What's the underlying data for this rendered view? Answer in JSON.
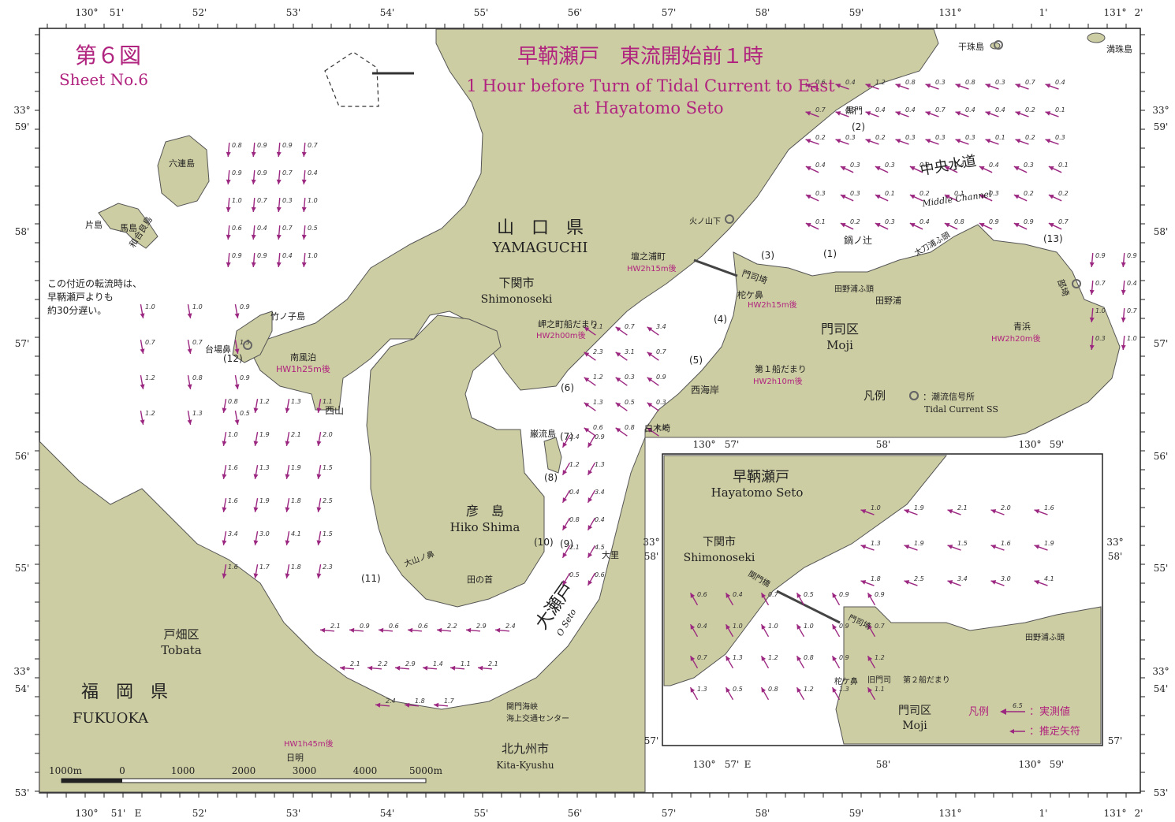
{
  "sheet": {
    "number_jp": "第６図",
    "number_en": "Sheet No.6"
  },
  "title": {
    "jp": "早鞆瀬戸　東流開始前１時",
    "en_line1": "1 Hour before Turn of Tidal Current to East",
    "en_line2": "at Hayatomo Seto"
  },
  "colors": {
    "land": "#cdcda3",
    "sea": "#ffffff",
    "accent": "#b0237e",
    "arrow": "#9b2780",
    "coast": "#555555"
  },
  "note": {
    "line1": "この付近の転流時は、",
    "line2": "早鞆瀬戸よりも",
    "line3": "約30分遅い。"
  },
  "regions": {
    "yamaguchi_jp": "山　口　県",
    "yamaguchi_en": "YAMAGUCHI",
    "fukuoka_jp": "福　岡　県",
    "fukuoka_en": "FUKUOKA",
    "shimonoseki_jp": "下関市",
    "shimonoseki_en": "Shimonoseki",
    "hikoshima_jp": "彦　島",
    "hikoshima_en": "Hiko Shima",
    "moji_jp": "門司区",
    "moji_en": "Moji",
    "tobata_jp": "戸畑区",
    "tobata_en": "Tobata",
    "kitakyushu_jp": "北九州市",
    "kitakyushu_en": "Kita-Kyushu",
    "oseto_jp": "大瀬戸",
    "oseto_en": "O Seto",
    "middle_jp": "中央水道",
    "middle_en": "Middle Channel"
  },
  "places": [
    {
      "label": "六連島"
    },
    {
      "label": "片島"
    },
    {
      "label": "馬島"
    },
    {
      "label": "和合良島"
    },
    {
      "label": "竹ノ子島"
    },
    {
      "label": "台場鼻"
    },
    {
      "label": "(12)"
    },
    {
      "label": "南風泊"
    },
    {
      "label": "HW1h25m後"
    },
    {
      "label": "西山"
    },
    {
      "label": "干珠島"
    },
    {
      "label": "満珠島"
    },
    {
      "label": "黒門"
    },
    {
      "label": "(2)"
    },
    {
      "label": "火ノ山下"
    },
    {
      "label": "壇之浦町"
    },
    {
      "label": "HW2h15m後"
    },
    {
      "label": "(3)"
    },
    {
      "label": "(1)"
    },
    {
      "label": "鍋ノ辻"
    },
    {
      "label": "門司埼"
    },
    {
      "label": "柁ケ鼻"
    },
    {
      "label": "HW2h15m後"
    },
    {
      "label": "田野浦ふ頭"
    },
    {
      "label": "田野浦"
    },
    {
      "label": "太刀浦ふ頭"
    },
    {
      "label": "(13)"
    },
    {
      "label": "部埼"
    },
    {
      "label": "青浜"
    },
    {
      "label": "HW2h20m後"
    },
    {
      "label": "(4)"
    },
    {
      "label": "(5)"
    },
    {
      "label": "第１船だまり"
    },
    {
      "label": "HW2h10m後"
    },
    {
      "label": "西海岸"
    },
    {
      "label": "白木埼"
    },
    {
      "label": "岬之町船だまり"
    },
    {
      "label": "HW2h00m後"
    },
    {
      "label": "(6)"
    },
    {
      "label": "巌流島"
    },
    {
      "label": "(7)"
    },
    {
      "label": "(8)"
    },
    {
      "label": "(9)"
    },
    {
      "label": "(10)"
    },
    {
      "label": "大山ノ鼻"
    },
    {
      "label": "田の首"
    },
    {
      "label": "(11)"
    },
    {
      "label": "大里"
    },
    {
      "label": "関門海峡"
    },
    {
      "label": "海上交通センター"
    },
    {
      "label": "HW1h45m後"
    },
    {
      "label": "日明"
    }
  ],
  "legend_main": {
    "title": "凡例",
    "symbol_jp": "：潮流信号所",
    "symbol_en": "Tidal Current SS"
  },
  "inset": {
    "title_jp": "早鞆瀬戸",
    "title_en": "Hayatomo Seto",
    "shimonoseki_jp": "下関市",
    "shimonoseki_en": "Shimonoseki",
    "moji_jp": "門司区",
    "moji_en": "Moji",
    "places": [
      "関門橋",
      "門司埼",
      "柁ケ鼻",
      "旧門司",
      "第２船だまり",
      "田野浦ふ頭"
    ],
    "legend_title": "凡例",
    "legend_obs": "：実測値",
    "legend_est": "：推定矢符",
    "legend_sample": "6.5",
    "top_ticks": [
      "130°",
      "57'",
      "58'",
      "130°",
      "59'"
    ],
    "bottom_ticks": [
      "130°",
      "57'",
      "E",
      "58'",
      "130°",
      "59'"
    ],
    "lat_ticks": [
      "33°",
      "58'",
      "57'"
    ]
  },
  "scale": {
    "labels": [
      "1000m",
      "0",
      "1000",
      "2000",
      "3000",
      "4000",
      "5000m"
    ]
  },
  "grid": {
    "top_lon": [
      "130°",
      "51'",
      "52'",
      "53'",
      "54'",
      "55'",
      "56'",
      "57'",
      "58'",
      "59'",
      "131°",
      "1'",
      "131°",
      "2'"
    ],
    "bottom_lon": [
      "130°",
      "51'",
      "E",
      "52'",
      "53'",
      "54'",
      "55'",
      "56'",
      "57'",
      "58'",
      "59'",
      "131°",
      "1'",
      "131°",
      "2'"
    ],
    "lat_left": [
      "33°",
      "59'",
      "58'",
      "57'",
      "56'",
      "55'",
      "33°",
      "54'",
      "53'"
    ],
    "lat_right": [
      "33°",
      "59'",
      "58'",
      "57'",
      "56'",
      "55'",
      "33°",
      "54'",
      "53'"
    ]
  },
  "speeds": [
    "0.8",
    "0.9",
    "0.9",
    "0.7",
    "0.9",
    "0.9",
    "0.7",
    "0.4",
    "1.0",
    "0.7",
    "0.3",
    "1.0",
    "0.6",
    "0.4",
    "0.7",
    "0.5",
    "0.9",
    "0.9",
    "0.4",
    "1.0",
    "1.0",
    "1.0",
    "0.9",
    "0.7",
    "0.7",
    "1.3",
    "1.2",
    "0.8",
    "0.9",
    "1.2",
    "1.3",
    "0.5",
    "0.8",
    "1.2",
    "1.3",
    "1.1",
    "1.0",
    "1.9",
    "2.1",
    "2.0",
    "1.6",
    "1.3",
    "1.9",
    "1.5",
    "1.6",
    "1.9",
    "1.8",
    "2.5",
    "3.4",
    "3.0",
    "4.1",
    "1.5",
    "1.6",
    "1.7",
    "1.8",
    "2.3",
    "2.1",
    "0.9",
    "0.6",
    "0.6",
    "2.2",
    "2.9",
    "2.4",
    "2.1",
    "2.2",
    "2.9",
    "1.4",
    "1.1",
    "2.1",
    "2.4",
    "1.8",
    "1.7",
    "2.4",
    "0.9",
    "1.2",
    "1.3",
    "0.4",
    "3.4",
    "0.8",
    "0.4",
    "2.1",
    "4.5",
    "0.5",
    "0.6",
    "1.1",
    "0.7",
    "3.4",
    "2.3",
    "3.1",
    "0.7",
    "1.2",
    "0.3",
    "0.9",
    "1.3",
    "0.5",
    "0.3",
    "0.6",
    "0.8",
    "0.4",
    "0.6",
    "0.4",
    "1.2",
    "0.8",
    "0.3",
    "0.8",
    "0.3",
    "0.7",
    "0.4",
    "0.7",
    "0.5",
    "0.4",
    "0.4",
    "0.7",
    "0.4",
    "0.4",
    "0.2",
    "0.1",
    "0.2",
    "0.3",
    "0.2",
    "0.3",
    "0.3",
    "0.3",
    "0.1",
    "0.2",
    "0.3",
    "0.4",
    "0.3",
    "0.3",
    "0.2",
    "0.4",
    "0.4",
    "0.3",
    "0.1",
    "0.3",
    "0.3",
    "0.1",
    "0.2",
    "0.1",
    "0.3",
    "0.2",
    "0.2",
    "0.1",
    "0.2",
    "0.3",
    "0.4"
  ]
}
